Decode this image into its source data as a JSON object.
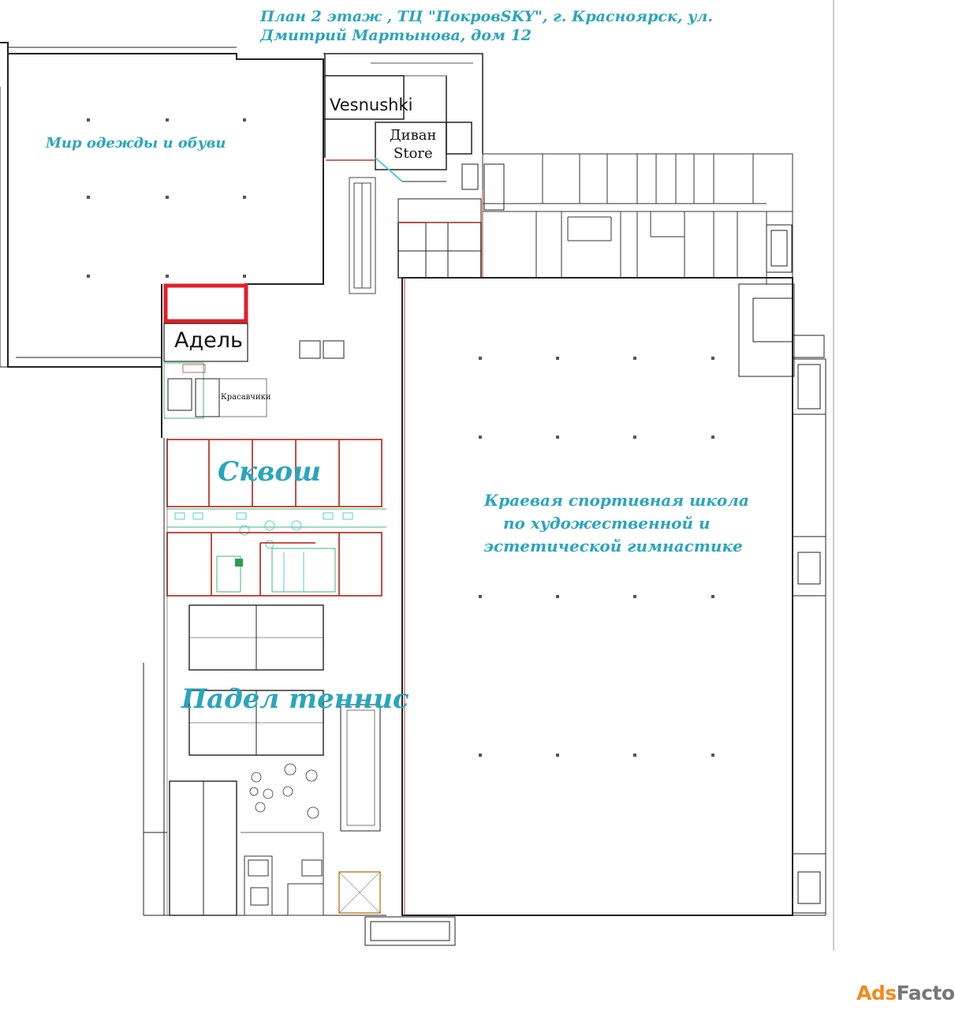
{
  "title": {
    "line1": "План 2 этаж , ТЦ \"ПокровSKY\", г. Красноярск, ул.",
    "line2": "Дмитрий Мартынова, дом 12"
  },
  "zones": {
    "clothing": "Мир одежды и обуви",
    "squash": "Сквош",
    "padel": "Падел теннис",
    "school_line1": "Краевая спортивная школа",
    "school_line2": "по художественной и",
    "school_line3": "эстетической гимнастике"
  },
  "stores": {
    "vesnushki": "Vesnushki",
    "divan_line1": "Диван",
    "divan_line2": "Store",
    "adel": "Адель",
    "krasavchiki": "Красавчики"
  },
  "watermark": {
    "part1": "Ads",
    "part2": "Factory"
  },
  "colors": {
    "label_accent": "#2aa5bd",
    "highlight_box": "#e0202a",
    "red_lines": "#c0392b",
    "green_lines": "#3cb878",
    "cyan_lines": "#4fd0d8",
    "wall_lines": "#222222"
  }
}
